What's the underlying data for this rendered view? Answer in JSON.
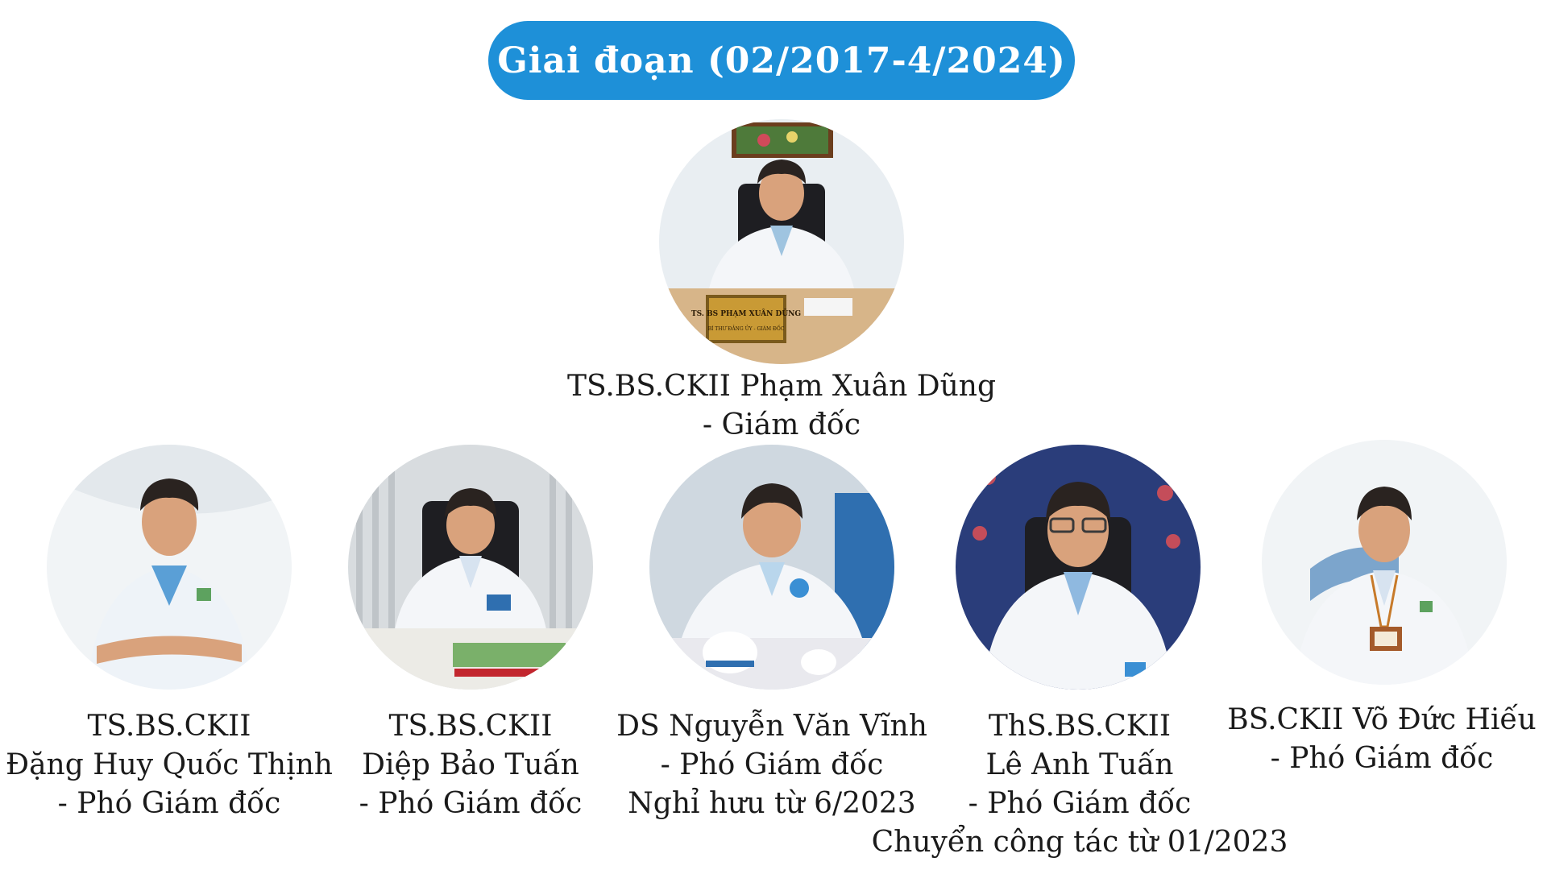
{
  "header": {
    "title": "Giai đoạn (02/2017-4/2024)"
  },
  "director": {
    "line1": "TS.BS.CKII Phạm Xuân Dũng",
    "line2": "- Giám đốc",
    "nameplate_line1": "TS. BS PHẠM XUÂN DŨNG",
    "nameplate_line2": "BÍ THƯ ĐẢNG ỦY - GIÁM ĐỐC"
  },
  "deputies": [
    {
      "line1": "TS.BS.CKII",
      "line2": "Đặng Huy Quốc Thịnh",
      "line3": "- Phó Giám đốc"
    },
    {
      "line1": "TS.BS.CKII",
      "line2": "Diệp Bảo Tuấn",
      "line3": "-  Phó Giám đốc"
    },
    {
      "line1": "DS Nguyễn Văn Vĩnh",
      "line2": "-  Phó Giám đốc",
      "line3": "Nghỉ hưu từ 6/2023"
    },
    {
      "line1": "ThS.BS.CKII",
      "line2": "Lê Anh Tuấn",
      "line3": "-  Phó Giám đốc",
      "line4": "Chuyển công tác từ 01/2023"
    },
    {
      "line1": "BS.CKII Võ Đức Hiếu",
      "line2": "-  Phó Giám đốc"
    }
  ],
  "colors": {
    "accent": "#1e90d8",
    "coat": "#f2f5f9",
    "skin": "#d9a27c",
    "hair": "#2a2320"
  }
}
